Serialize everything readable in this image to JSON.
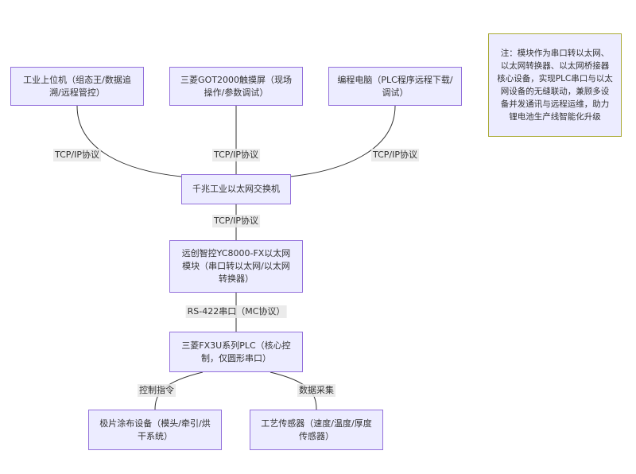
{
  "nodes": {
    "upper_pc": "工业上位机（组态王/数据追溯/远程管控）",
    "got2000": "三菱GOT2000触摸屏（现场操作/参数调试）",
    "prog_pc": "编程电脑（PLC程序远程下载/调试）",
    "switch": "千兆工业以太网交换机",
    "module": "远创智控YC8000-FX以太网模块（串口转以太网/以太网转换器）",
    "plc": "三菱FX3U系列PLC（核心控制，仅圆形串口）",
    "coating": "极片涂布设备（模头/牵引/烘干系统）",
    "sensor": "工艺传感器（速度/温度/厚度传感器）"
  },
  "edge_labels": {
    "upper_pc_switch": "TCP/IP协议",
    "got_switch": "TCP/IP协议",
    "prog_switch": "TCP/IP协议",
    "switch_module": "TCP/IP协议",
    "module_plc": "RS-422串口（MC协议）",
    "plc_coating": "控制指令",
    "plc_sensor": "数据采集"
  },
  "note": "注：模块作为串口转以太网、以太网转换器、以太网桥接器核心设备，实现PLC串口与以太网设备的无缝联动，兼顾多设备并发通讯与远程运维，助力锂电池生产线智能化升级",
  "colors": {
    "node_fill": "#ECECFF",
    "node_border": "#9370DB",
    "note_border": "#AAAA33",
    "edge": "#333333",
    "label_bg": "#E8E8E8"
  }
}
